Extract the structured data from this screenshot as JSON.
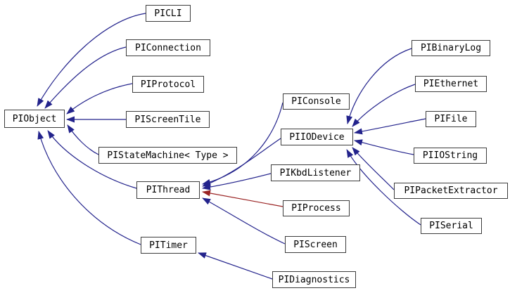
{
  "page": {
    "background": "#ffffff"
  },
  "diagram": {
    "type": "class-inheritance-graph",
    "colors": {
      "edge_public": "#23238c",
      "edge_private": "#9a2323",
      "box_border": "#3c3c3c",
      "box_background": "#ffffff",
      "box_text": "#000000"
    },
    "nodes": [
      {
        "id": "piobject",
        "label": "PIObject"
      },
      {
        "id": "picli",
        "label": "PICLI"
      },
      {
        "id": "piconnection",
        "label": "PIConnection"
      },
      {
        "id": "piprotocol",
        "label": "PIProtocol"
      },
      {
        "id": "piscreentile",
        "label": "PIScreenTile"
      },
      {
        "id": "pistatemachine",
        "label": "PIStateMachine< Type >"
      },
      {
        "id": "pithread",
        "label": "PIThread"
      },
      {
        "id": "piconsole",
        "label": "PIConsole"
      },
      {
        "id": "piiodevice",
        "label": "PIIODevice"
      },
      {
        "id": "pikbdlistener",
        "label": "PIKbdListener"
      },
      {
        "id": "piprocess",
        "label": "PIProcess"
      },
      {
        "id": "piscreen",
        "label": "PIScreen"
      },
      {
        "id": "pitimer",
        "label": "PITimer"
      },
      {
        "id": "pidiagnostics",
        "label": "PIDiagnostics"
      },
      {
        "id": "pibinarylog",
        "label": "PIBinaryLog"
      },
      {
        "id": "piethernet",
        "label": "PIEthernet"
      },
      {
        "id": "pifile",
        "label": "PIFile"
      },
      {
        "id": "piiostring",
        "label": "PIIOString"
      },
      {
        "id": "pipacketextractor",
        "label": "PIPacketExtractor"
      },
      {
        "id": "piserial",
        "label": "PISerial"
      }
    ],
    "edges": [
      {
        "from": "picli",
        "to": "piobject",
        "relation": "public"
      },
      {
        "from": "piconnection",
        "to": "piobject",
        "relation": "public"
      },
      {
        "from": "piprotocol",
        "to": "piobject",
        "relation": "public"
      },
      {
        "from": "piscreentile",
        "to": "piobject",
        "relation": "public"
      },
      {
        "from": "pistatemachine",
        "to": "piobject",
        "relation": "public"
      },
      {
        "from": "pithread",
        "to": "piobject",
        "relation": "public"
      },
      {
        "from": "pitimer",
        "to": "piobject",
        "relation": "public"
      },
      {
        "from": "piconsole",
        "to": "pithread",
        "relation": "public"
      },
      {
        "from": "piiodevice",
        "to": "pithread",
        "relation": "public"
      },
      {
        "from": "pikbdlistener",
        "to": "pithread",
        "relation": "public"
      },
      {
        "from": "piprocess",
        "to": "pithread",
        "relation": "private"
      },
      {
        "from": "piscreen",
        "to": "pithread",
        "relation": "public"
      },
      {
        "from": "pibinarylog",
        "to": "piiodevice",
        "relation": "public"
      },
      {
        "from": "piethernet",
        "to": "piiodevice",
        "relation": "public"
      },
      {
        "from": "pifile",
        "to": "piiodevice",
        "relation": "public"
      },
      {
        "from": "piiostring",
        "to": "piiodevice",
        "relation": "public"
      },
      {
        "from": "pipacketextractor",
        "to": "piiodevice",
        "relation": "public"
      },
      {
        "from": "piserial",
        "to": "piiodevice",
        "relation": "public"
      },
      {
        "from": "pidiagnostics",
        "to": "pitimer",
        "relation": "public"
      }
    ]
  }
}
